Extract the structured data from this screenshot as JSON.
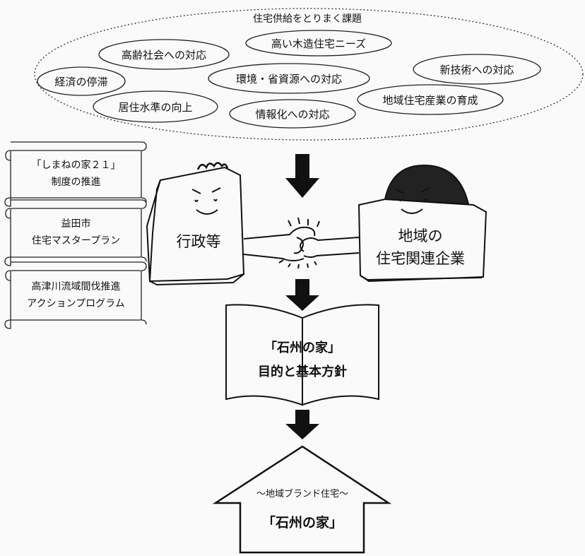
{
  "issues": {
    "title": "住宅供給をとりまく課題",
    "items": [
      "高齢社会への対応",
      "高い木造住宅ニーズ",
      "経済の停滞",
      "環境・省資源への対応",
      "新技術への対応",
      "居住水準の向上",
      "情報化への対応",
      "地域住宅産業の育成"
    ]
  },
  "policies": [
    {
      "line1": "「しまねの家２１」",
      "line2": "制度の推進"
    },
    {
      "line1": "益田市",
      "line2": "住宅マスタープラン"
    },
    {
      "line1": "高津川流域間伐推進",
      "line2": "アクションプログラム"
    }
  ],
  "actors": {
    "left": "行政等",
    "right_line1": "地域の",
    "right_line2": "住宅関連企業"
  },
  "book": {
    "line1": "「石州の家」",
    "line2": "目的と基本方針"
  },
  "house": {
    "subtitle": "～地域ブランド住宅～",
    "title": "「石州の家」"
  }
}
